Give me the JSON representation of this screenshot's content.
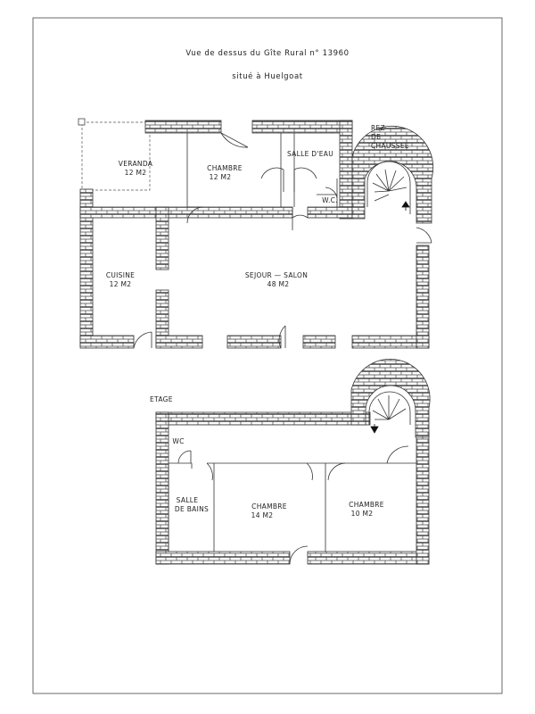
{
  "title": {
    "line1": "Vue de dessus du Gîte Rural n° 13960",
    "line2": "situé à Huelgoat"
  },
  "ground_floor": {
    "label_line1": "REZ",
    "label_line2": "DE",
    "label_line3": "CHAUSSEE",
    "rooms": [
      {
        "name": "VERANDA",
        "area": "12 M2"
      },
      {
        "name": "CHAMBRE",
        "area": "12 M2"
      },
      {
        "name": "SALLE D'EAU",
        "area": ""
      },
      {
        "name": "W.C.",
        "area": ""
      },
      {
        "name": "CUISINE",
        "area": "12 M2"
      },
      {
        "name": "SEJOUR  —  SALON",
        "area": "48 M2"
      }
    ]
  },
  "upper_floor": {
    "label": "ETAGE",
    "rooms": [
      {
        "name": "WC",
        "area": ""
      },
      {
        "name": "SALLE",
        "area": "DE BAINS"
      },
      {
        "name": "CHAMBRE",
        "area": "14 M2"
      },
      {
        "name": "CHAMBRE",
        "area": "10 M2"
      }
    ]
  }
}
